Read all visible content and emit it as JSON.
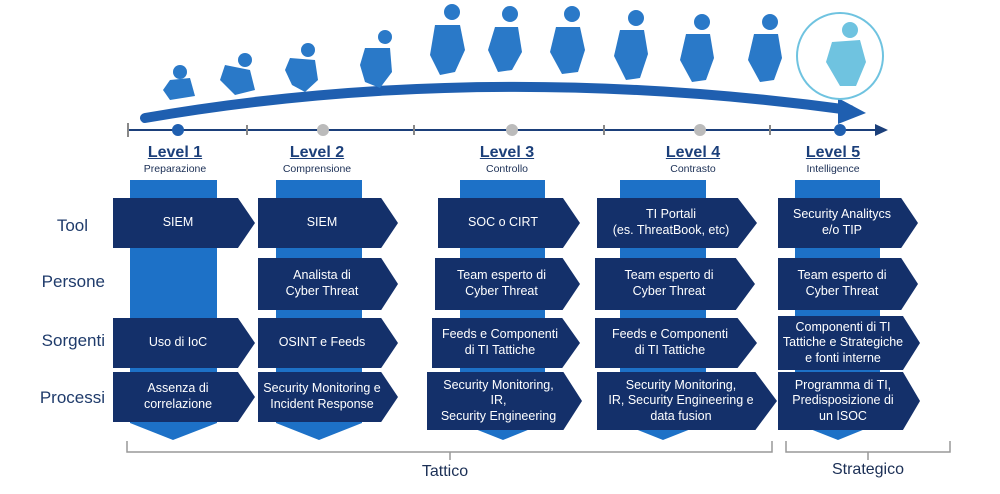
{
  "colors": {
    "dark_box": "#14306a",
    "column_bar": "#1d71c7",
    "arrow": "#1f5fb0",
    "runner": "#2a79c8",
    "runner_highlight": "#6fc3e0"
  },
  "rows": [
    "Tool",
    "Persone",
    "Sorgenti",
    "Processi"
  ],
  "levels": [
    {
      "title": "Level 1",
      "subtitle": "Preparazione",
      "tool": "SIEM",
      "persone": "",
      "sorgenti": "Uso di IoC",
      "processi": "Assenza di\ncorrelazione"
    },
    {
      "title": "Level 2",
      "subtitle": "Comprensione",
      "tool": "SIEM",
      "persone": "Analista di\nCyber Threat",
      "sorgenti": "OSINT e Feeds",
      "processi": "Security Monitoring e\nIncident Response"
    },
    {
      "title": "Level 3",
      "subtitle": "Controllo",
      "tool": "SOC o CIRT",
      "persone": "Team esperto di\nCyber Threat",
      "sorgenti": "Feeds e Componenti\ndi TI Tattiche",
      "processi": "Security Monitoring,\nIR,\nSecurity Engineering"
    },
    {
      "title": "Level 4",
      "subtitle": "Contrasto",
      "tool": "TI Portali\n(es. ThreatBook, etc)",
      "persone": "Team esperto di\nCyber Threat",
      "sorgenti": "Feeds e Componenti\ndi TI Tattiche",
      "processi": "Security Monitoring,\nIR, Security Engineering e\ndata fusion"
    },
    {
      "title": "Level 5",
      "subtitle": "Intelligence",
      "tool": "Security Analitycs\ne/o TIP",
      "persone": "Team esperto di\nCyber Threat",
      "sorgenti": "Componenti di TI\nTattiche e Strategiche\ne fonti interne",
      "processi": "Programma di TI,\nPredisposizione di\nun ISOC"
    }
  ],
  "brackets": {
    "tattico": "Tattico",
    "strategico": "Strategico"
  },
  "icons": {
    "runner": "running-person-icon",
    "timeline_arrow": "arrow-right-icon"
  }
}
